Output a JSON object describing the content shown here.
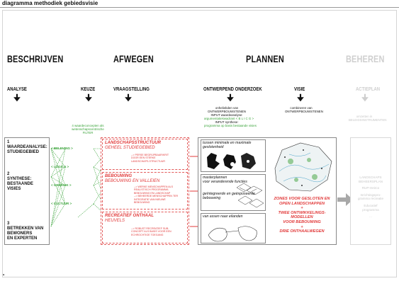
{
  "title": "diagramma methodiek gebiedsvisie",
  "phases": {
    "beschrijven": "BESCHRIJVEN",
    "afwegen": "AFWEGEN",
    "plannen": "PLANNEN",
    "beheren": "BEHEREN"
  },
  "steps": {
    "analyse": "ANALYSE",
    "keuze": "KEUZE",
    "vraagstelling": "VRAAGSTELLING",
    "ontwerpend": "ONTWERPEND ONDERZOEK",
    "visie": "VISIE",
    "actieplan": "ACTIEPLAN"
  },
  "notes": {
    "keuze_1": "4 waardeconcepten als",
    "keuze_2": "wetenschapscentrische",
    "keuze_3": "FILTER",
    "ontw_1": "onheliebden van",
    "ontw_2": "ONTWERPBOUWSTENEN",
    "ontw_3": "INPUT waardeanalyse:",
    "ontw_4": "argumentatiekwadrant < B L I C G >",
    "ontw_5": "INPUT synthese:",
    "ontw_6": "programma op basis bestaande visies",
    "visie_1": "combineren van",
    "visie_2": "ONTWERPBOUWSTENEN",
    "act_1": "omzetten in",
    "act_2": "BELEIDSINSTRUMENTEN"
  },
  "left": {
    "b1_num": "1",
    "b1_l1": "WAARDEANALYSE:",
    "b1_l2": "STUDIEGEBIED",
    "b2_num": "2",
    "b2_l1": "SYNTHESE:",
    "b2_l2": "BESTAANDE",
    "b2_l3": "VISIES",
    "b3_num": "3",
    "b3_l1": "BETREKKEN VAN",
    "b3_l2": "BEWONERS",
    "b3_l3": "EN EXPERTEN"
  },
  "filters": [
    "< BELEVING >",
    "< LOGICA >",
    "< GEBRUIK >",
    "< CULTUUR >"
  ],
  "afwegen": {
    "a1_head": "LANDSCHAPSSTRUCTUUR",
    "a1_sub": "GEHEEL STUDIEGEBIED",
    "a1_t1": "--> PERSE BEGRIJPBAAR/KRIT",
    "a1_t2": "DOOR EEN STERKE",
    "a1_t3": "LANDSCHAPS-STRUCTUUR",
    "a2_head": "BEBOUWING",
    "a2_sub": "BEBOUWING EN VALLEIEN",
    "a2_t1": "--> WERKE MENSCHAPPEN ALS",
    "a2_t2": "REALISTISCH PROGRAMMA",
    "a2_t3": "BEBOUWING EN LANDSCHAP",
    "a2_t4": "--> BEHEERDE MENSCHAPPEN TER",
    "a2_t5": "INTEGRATIE VAN NIEUWE",
    "a2_t6": "BEBOUWING",
    "a3_head": "RECREATIEF ONTHAAL",
    "a3_sub": "HEUVELS",
    "a3_t1": "--> ROBUST RECREATIEF SUB-",
    "a3_t2": "CONCEPT ALS BASIS VOOR EEN",
    "a3_t3": "ECHROCHTIGE TOEGANG"
  },
  "plannen": {
    "p1_l1": "tussen minimale en maximale",
    "p1_l2": "geslotenheid",
    "p2_l1": "masterplannen",
    "p2_l2": "voor veranderende functies",
    "p3_l1": "geïntegreerde en geëxposeerde",
    "p3_l2": "bebouwing",
    "p4_l1": "van assen naar eilanden"
  },
  "visie": {
    "v1": "ZONES VOOR GESLOTEN EN",
    "v2": "OPEN LANDSCHAPPEN",
    "v3": "+",
    "v4": "TWEE ONTWIKKELINGS-",
    "v5": "MODELLEN",
    "v6": "VOOR BEBOUWING",
    "v7": "+",
    "v8": "DRIE ONTHAALWEGEN"
  },
  "beheren": {
    "i1": "LANDSCHAPS",
    "i2": "BEHEERSPLAN",
    "i3": "RUP-Heirco",
    "i4": "Inrichtingspro-",
    "i5": "gramma recreatie",
    "i6": "Educatief",
    "i7": "programma",
    "i8": "..."
  },
  "footer_mark": "▪",
  "colors": {
    "green": "#3aa33a",
    "red": "#e13a3a",
    "grey": "#cfcfcf"
  }
}
